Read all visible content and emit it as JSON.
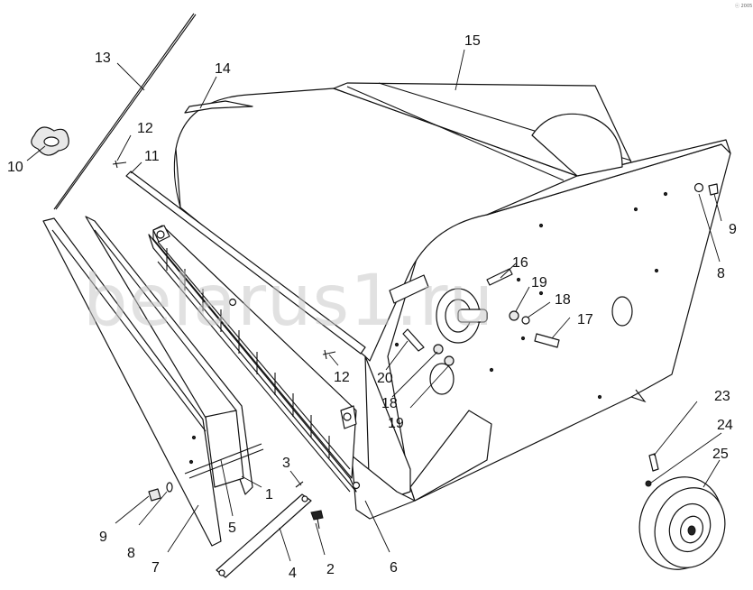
{
  "corner_mark": "ⓒ 2005",
  "watermark": "belarus1.ru",
  "callouts": [
    {
      "id": "c1",
      "label": "1"
    },
    {
      "id": "c2",
      "label": "2"
    },
    {
      "id": "c3",
      "label": "3"
    },
    {
      "id": "c4",
      "label": "4"
    },
    {
      "id": "c5",
      "label": "5"
    },
    {
      "id": "c6",
      "label": "6"
    },
    {
      "id": "c7",
      "label": "7"
    },
    {
      "id": "c8a",
      "label": "8"
    },
    {
      "id": "c8b",
      "label": "8"
    },
    {
      "id": "c9a",
      "label": "9"
    },
    {
      "id": "c9b",
      "label": "9"
    },
    {
      "id": "c10",
      "label": "10"
    },
    {
      "id": "c11",
      "label": "11"
    },
    {
      "id": "c12a",
      "label": "12"
    },
    {
      "id": "c12b",
      "label": "12"
    },
    {
      "id": "c13",
      "label": "13"
    },
    {
      "id": "c14",
      "label": "14"
    },
    {
      "id": "c15",
      "label": "15"
    },
    {
      "id": "c16",
      "label": "16"
    },
    {
      "id": "c17",
      "label": "17"
    },
    {
      "id": "c18a",
      "label": "18"
    },
    {
      "id": "c18b",
      "label": "18"
    },
    {
      "id": "c19a",
      "label": "19"
    },
    {
      "id": "c19b",
      "label": "19"
    },
    {
      "id": "c20",
      "label": "20"
    },
    {
      "id": "c23",
      "label": "23"
    },
    {
      "id": "c24",
      "label": "24"
    },
    {
      "id": "c25",
      "label": "25"
    }
  ],
  "colors": {
    "ink": "#111111",
    "background": "#ffffff",
    "watermark": "#c8c8c8"
  }
}
